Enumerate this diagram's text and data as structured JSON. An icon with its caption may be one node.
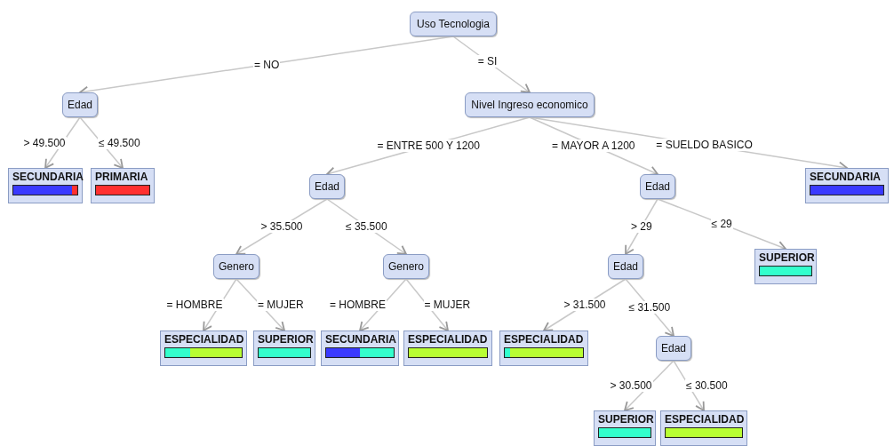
{
  "diagram": {
    "nodes": [
      {
        "text": [
          "Uso Tecnologia"
        ]
      },
      {
        "text": [
          "Edad"
        ]
      },
      {
        "text": [
          "Nivel Ingreso economico"
        ]
      },
      {
        "text": [
          "SECUNDARIA"
        ]
      },
      {
        "text": [
          "PRIMARIA"
        ]
      },
      {
        "text": [
          "Edad"
        ]
      },
      {
        "text": [
          "Edad"
        ]
      },
      {
        "text": [
          "SECUNDARIA"
        ]
      },
      {
        "text": [
          "Genero"
        ]
      },
      {
        "text": [
          "Genero"
        ]
      },
      {
        "text": [
          "Edad"
        ]
      },
      {
        "text": [
          "SUPERIOR"
        ]
      },
      {
        "text": [
          "ESPECIALIDAD"
        ]
      },
      {
        "text": [
          "SUPERIOR"
        ]
      },
      {
        "text": [
          "SECUNDARIA"
        ]
      },
      {
        "text": [
          "ESPECIALIDAD"
        ]
      },
      {
        "text": [
          "ESPECIALIDAD"
        ]
      },
      {
        "text": [
          "Edad"
        ]
      },
      {
        "text": [
          "SUPERIOR"
        ]
      },
      {
        "text": [
          "ESPECIALIDAD"
        ]
      }
    ],
    "edges": [
      {
        "from": 0,
        "to": 1,
        "arrow": "to",
        "label": "= NO"
      },
      {
        "from": 0,
        "to": 2,
        "arrow": "to",
        "label": "= SI"
      },
      {
        "from": 1,
        "to": 3,
        "arrow": "to",
        "label": "> 49.500"
      },
      {
        "from": 1,
        "to": 4,
        "arrow": "to",
        "label": "≤ 49.500"
      },
      {
        "from": 2,
        "to": 5,
        "arrow": "to",
        "label": "= ENTRE 500 Y 1200"
      },
      {
        "from": 2,
        "to": 6,
        "arrow": "to",
        "label": "= MAYOR A 1200"
      },
      {
        "from": 2,
        "to": 7,
        "arrow": "to",
        "label": "= SUELDO BASICO"
      },
      {
        "from": 5,
        "to": 8,
        "arrow": "to",
        "label": "> 35.500"
      },
      {
        "from": 5,
        "to": 9,
        "arrow": "to",
        "label": "≤ 35.500"
      },
      {
        "from": 6,
        "to": 10,
        "arrow": "to",
        "label": "> 29"
      },
      {
        "from": 6,
        "to": 11,
        "arrow": "to",
        "label": "≤ 29"
      },
      {
        "from": 8,
        "to": 12,
        "arrow": "to",
        "label": "= HOMBRE"
      },
      {
        "from": 8,
        "to": 13,
        "arrow": "to",
        "label": "= MUJER"
      },
      {
        "from": 9,
        "to": 14,
        "arrow": "to",
        "label": "= HOMBRE"
      },
      {
        "from": 9,
        "to": 15,
        "arrow": "to",
        "label": "= MUJER"
      },
      {
        "from": 10,
        "to": 16,
        "arrow": "to",
        "label": "> 31.500"
      },
      {
        "from": 10,
        "to": 17,
        "arrow": "to",
        "label": "≤ 31.500"
      },
      {
        "from": 17,
        "to": 18,
        "arrow": "to",
        "label": "> 30.500"
      },
      {
        "from": 17,
        "to": 19,
        "arrow": "to",
        "label": "≤ 30.500"
      }
    ]
  }
}
